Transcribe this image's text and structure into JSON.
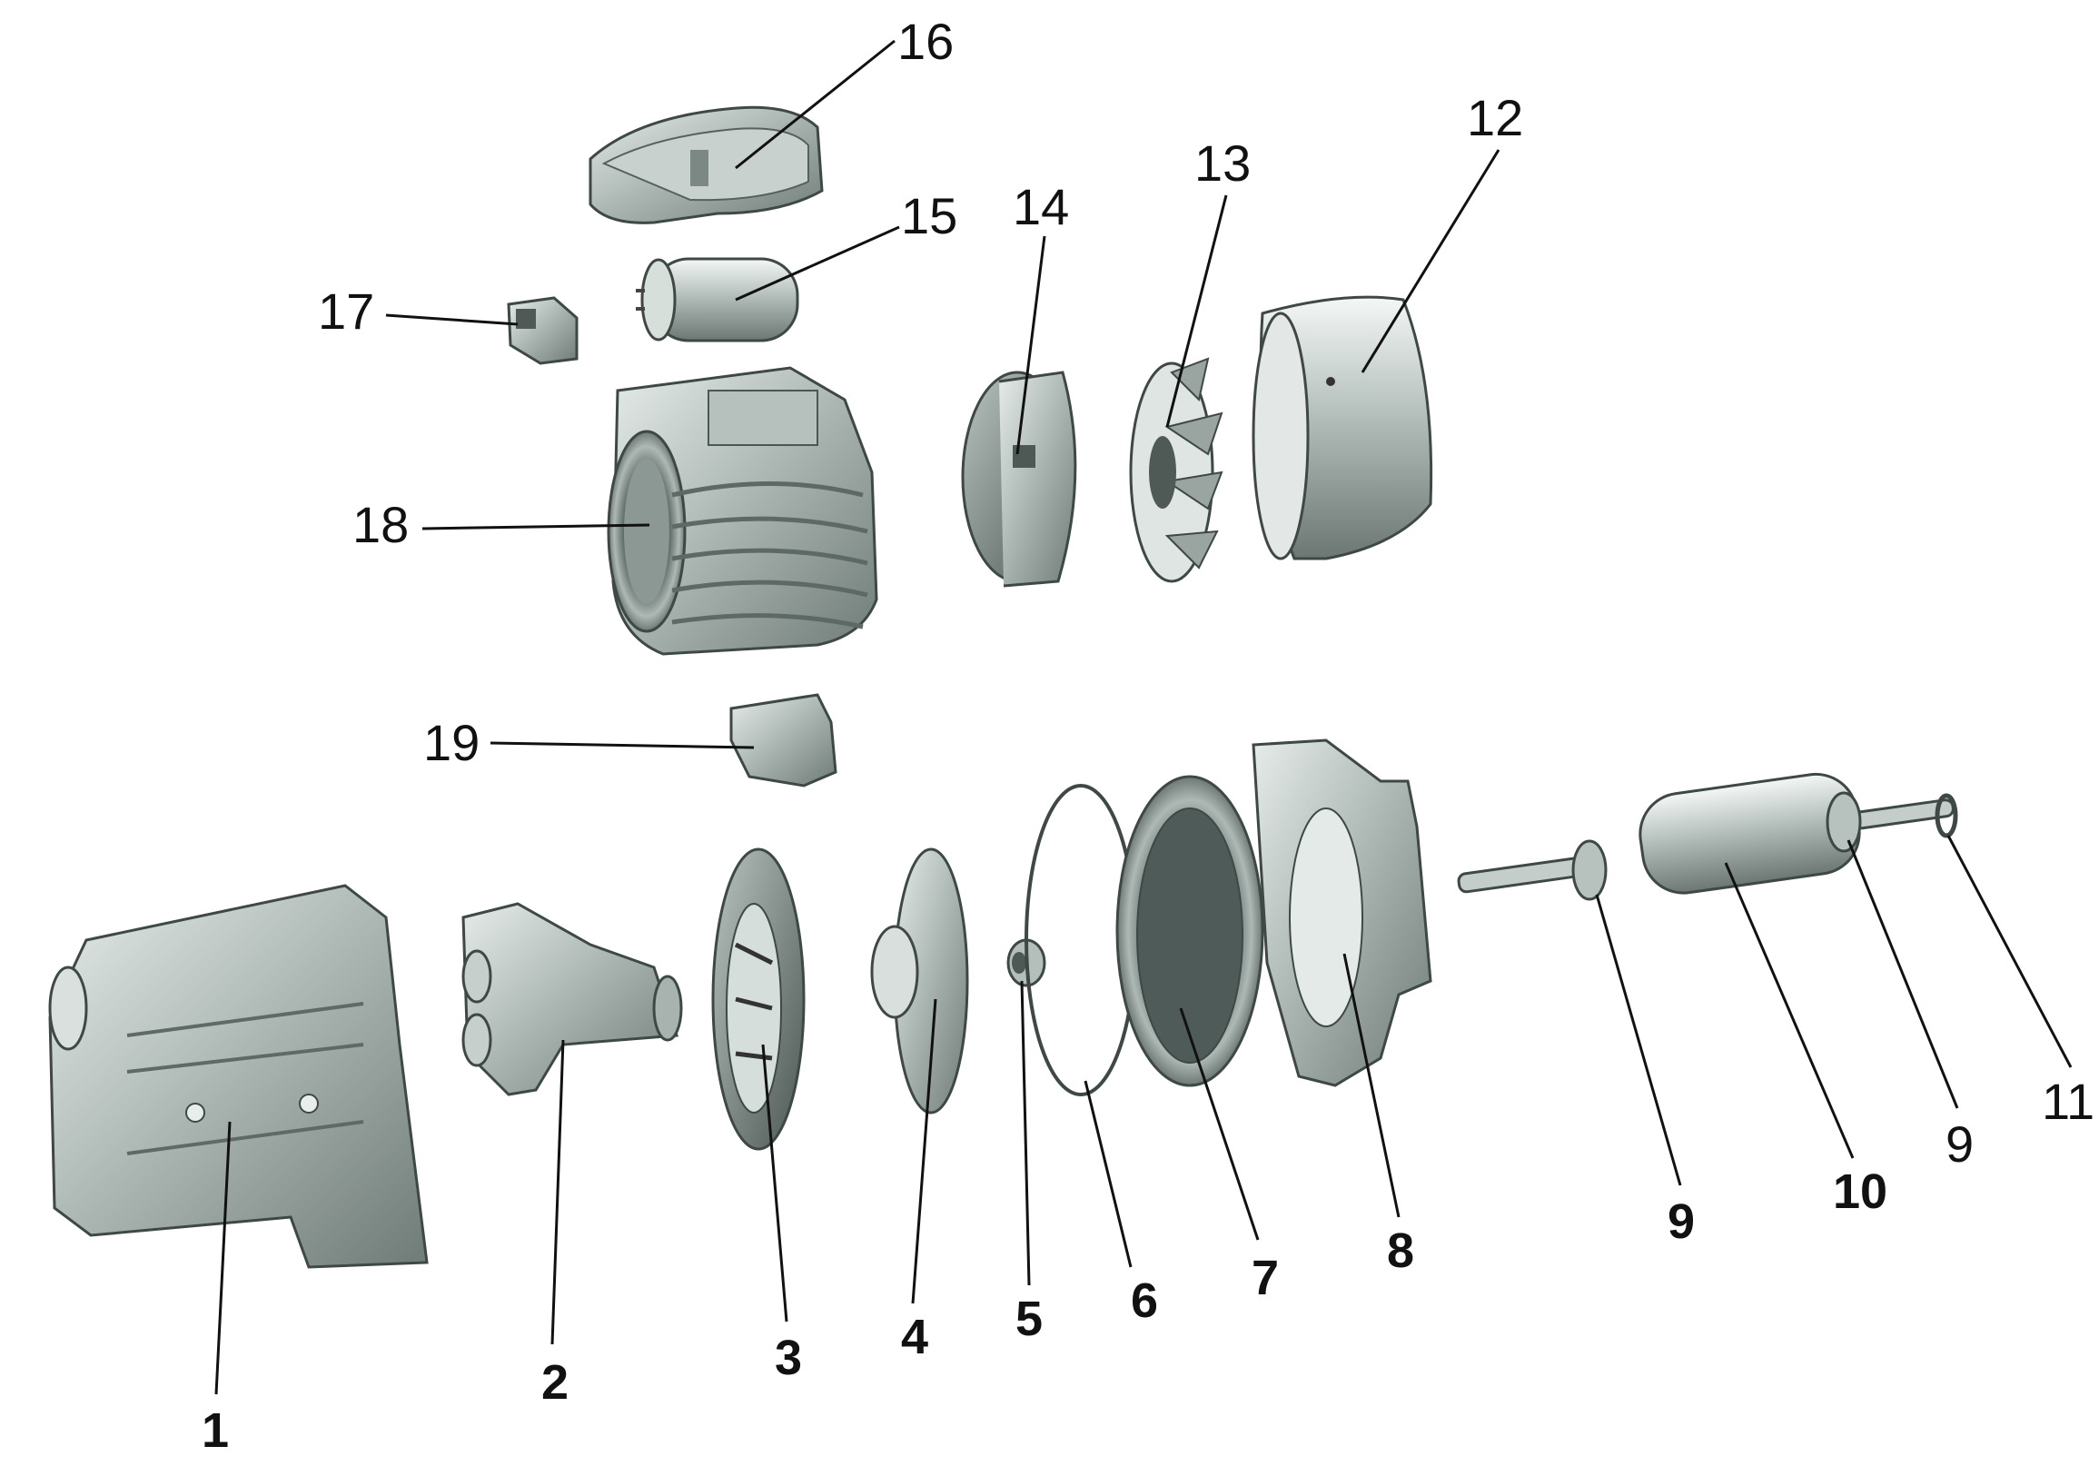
{
  "diagram": {
    "parts": [
      {
        "id": "1",
        "label": "1"
      },
      {
        "id": "2",
        "label": "2"
      },
      {
        "id": "3",
        "label": "3"
      },
      {
        "id": "4",
        "label": "4"
      },
      {
        "id": "5",
        "label": "5"
      },
      {
        "id": "6",
        "label": "6"
      },
      {
        "id": "7",
        "label": "7"
      },
      {
        "id": "8",
        "label": "8"
      },
      {
        "id": "9a",
        "label": "9"
      },
      {
        "id": "10",
        "label": "10"
      },
      {
        "id": "9b",
        "label": "9"
      },
      {
        "id": "11",
        "label": "11"
      },
      {
        "id": "12",
        "label": "12"
      },
      {
        "id": "13",
        "label": "13"
      },
      {
        "id": "14",
        "label": "14"
      },
      {
        "id": "15",
        "label": "15"
      },
      {
        "id": "16",
        "label": "16"
      },
      {
        "id": "17",
        "label": "17"
      },
      {
        "id": "18",
        "label": "18"
      },
      {
        "id": "19",
        "label": "19"
      }
    ]
  }
}
